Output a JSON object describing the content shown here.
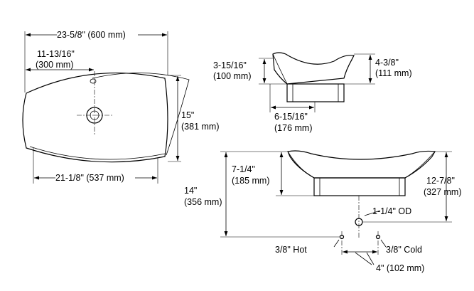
{
  "dimensions": {
    "overall_width": "23-5/8\" (600 mm)",
    "drain_offset_in": "11-13/16\"",
    "drain_offset_mm": "(300 mm)",
    "basin_depth_in": "15\"",
    "basin_depth_mm": "(381 mm)",
    "bottom_width": "21-1/8\" (537 mm)",
    "side_inner_height_in": "3-15/16\"",
    "side_inner_height_mm": "(100 mm)",
    "side_total_height_in": "4-3/8\"",
    "side_total_height_mm": "(111 mm)",
    "base_width_in": "6-15/16\"",
    "base_width_mm": "(176 mm)",
    "bowl_height_in": "7-1/4\"",
    "bowl_height_mm": "(185 mm)",
    "floor_to_drain_in": "14\"",
    "floor_to_drain_mm": "(356 mm)",
    "rim_height_in": "12-7/8\"",
    "rim_height_mm": "(327 mm)",
    "drain_od": "1-1/4\" OD",
    "hot_supply": "3/8\" Hot",
    "cold_supply": "3/8\" Cold",
    "supply_spacing": "4\" (102 mm)"
  }
}
